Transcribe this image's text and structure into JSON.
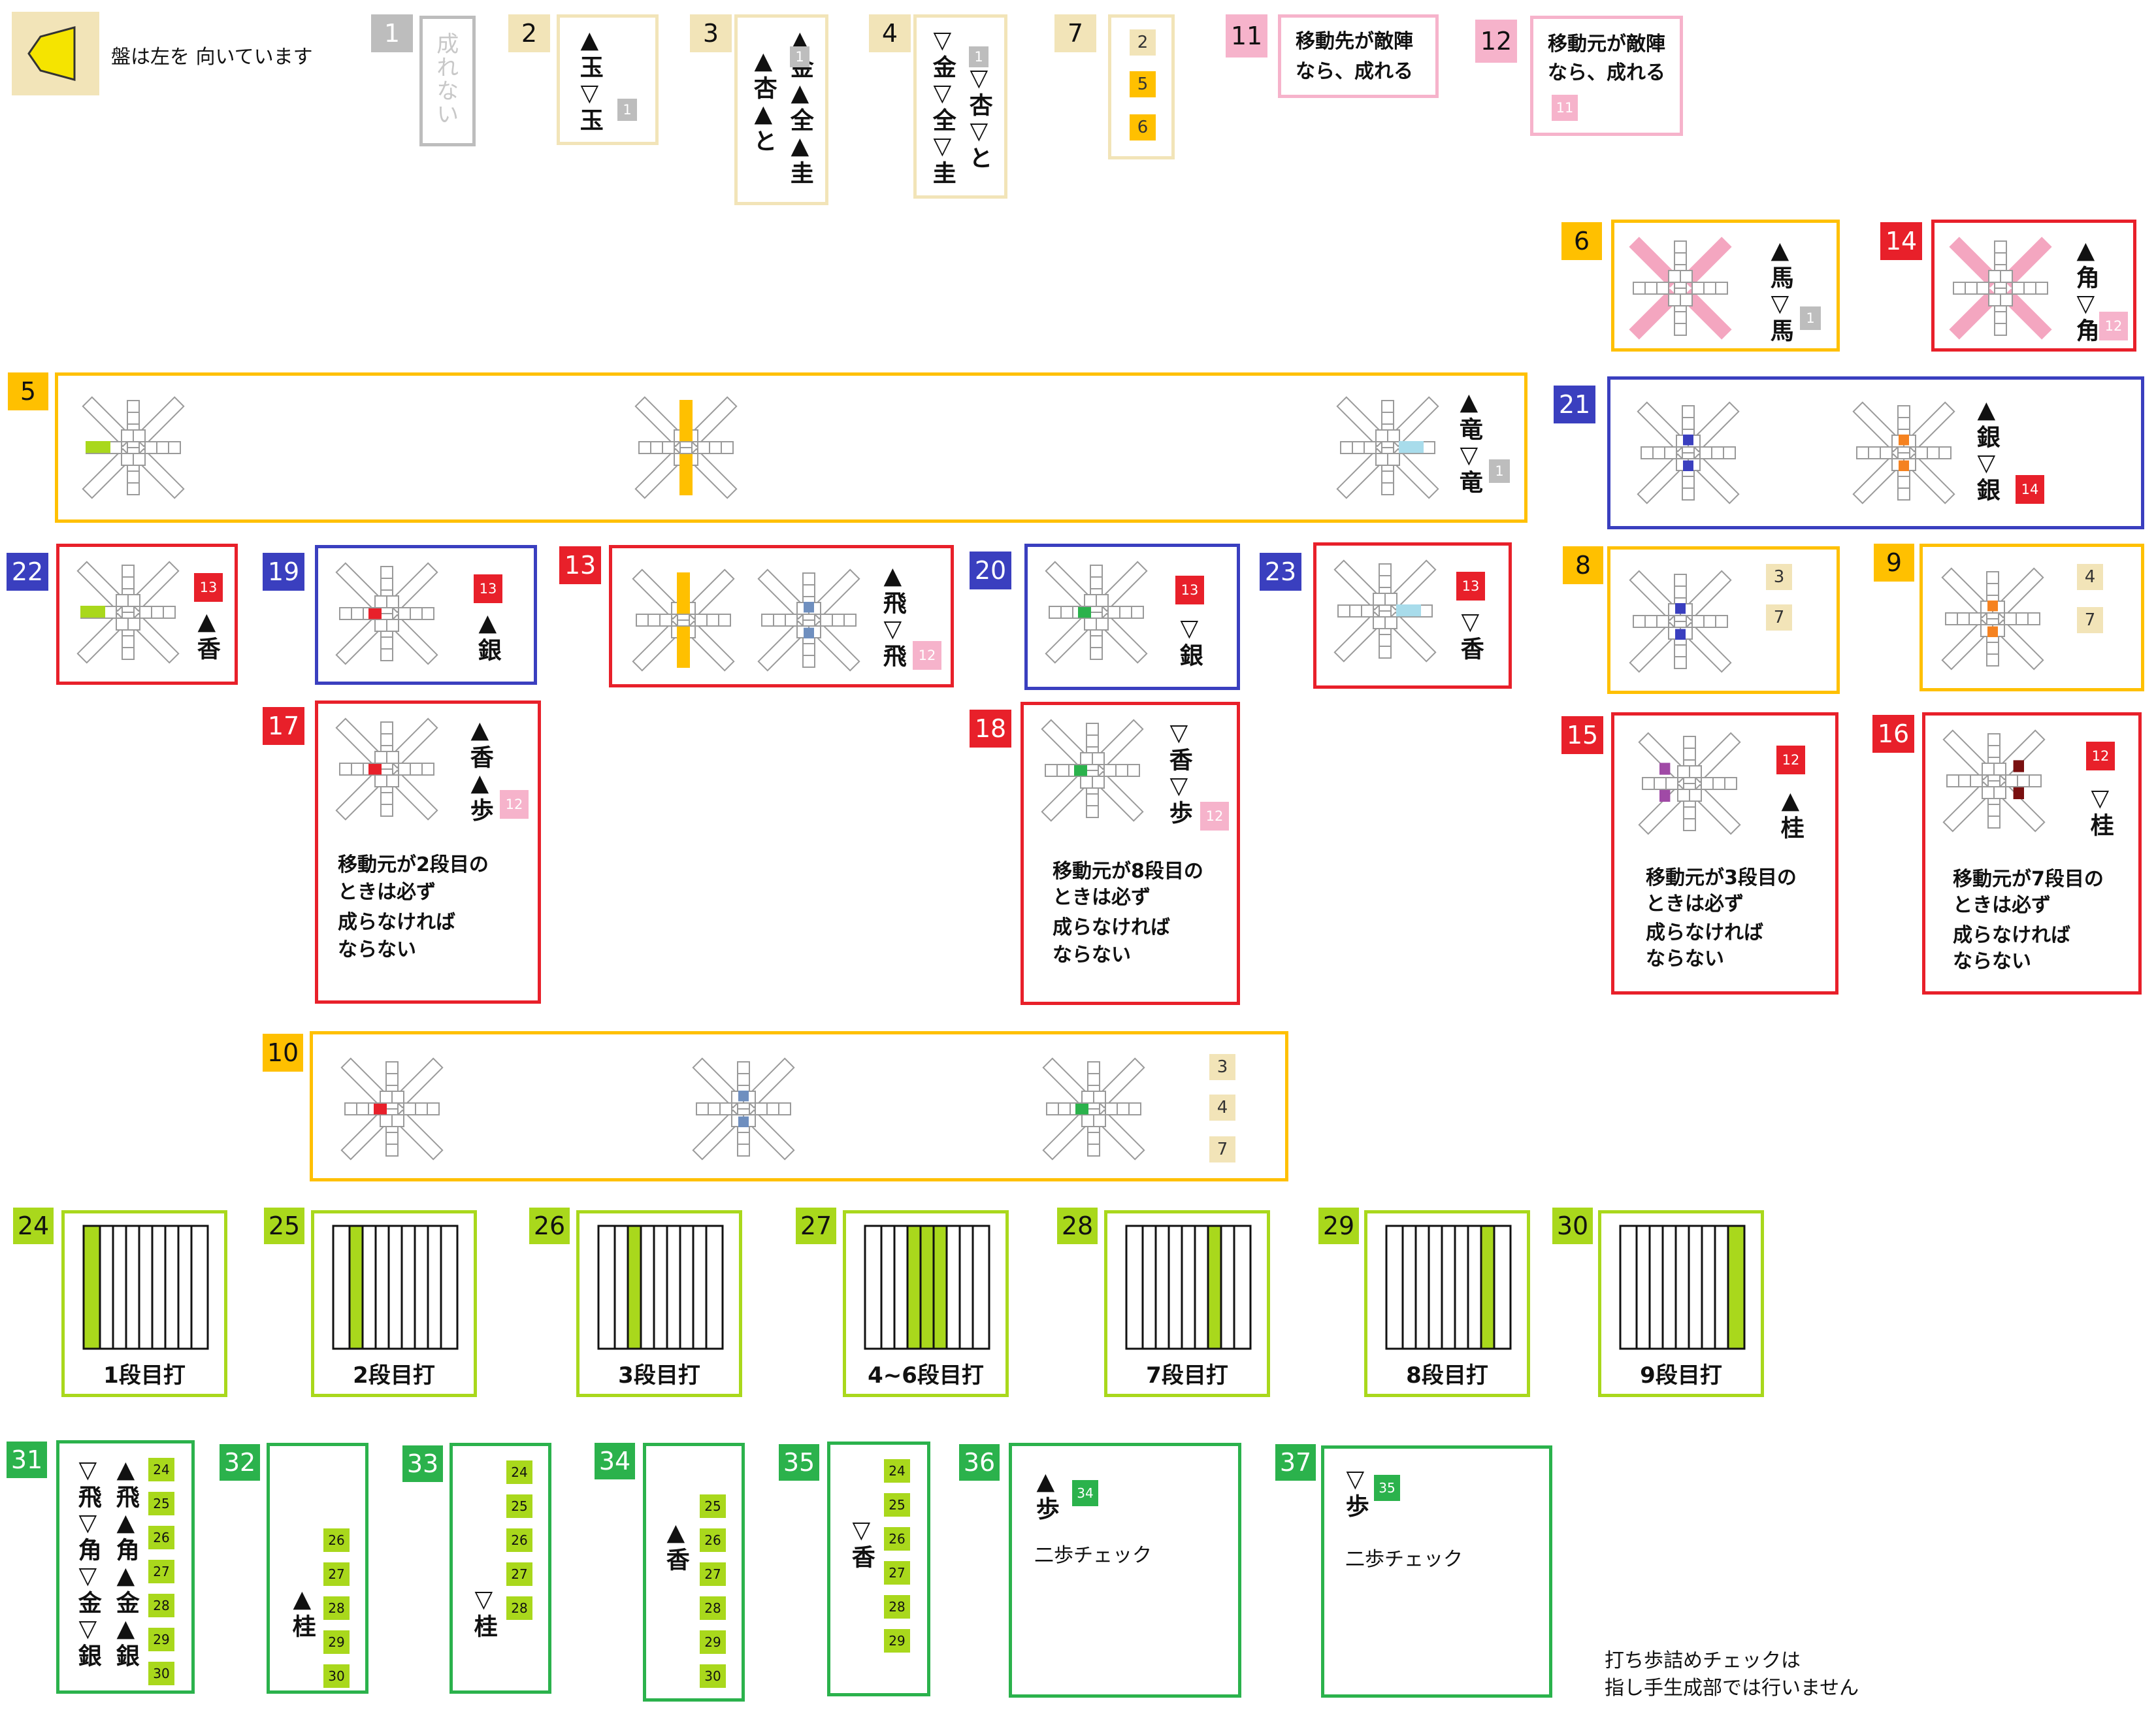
{
  "legend": {
    "text": "盤は左を 向いています"
  },
  "colors": {
    "gray": "#bdbdbd",
    "tan": "#f2e4b8",
    "gold": "#ffc000",
    "pink": "#f6b3cb",
    "red": "#e8202a",
    "blue": "#3a3fbf",
    "lime": "#a9d81c",
    "green": "#2bb24c",
    "steel": "#6f8fbf",
    "cyan": "#a8dceb",
    "orange": "#f58220",
    "purple": "#a04aa6",
    "maroon": "#7a1010",
    "pinkpiece": "#f4a6c0"
  },
  "n": {
    "1": "1",
    "2": "2",
    "3": "3",
    "4": "4",
    "5": "5",
    "6": "6",
    "7": "7",
    "8": "8",
    "9": "9",
    "10": "10",
    "11": "11",
    "12": "12",
    "13": "13",
    "14": "14",
    "15": "15",
    "16": "16",
    "17": "17",
    "18": "18",
    "19": "19",
    "20": "20",
    "21": "21",
    "22": "22",
    "23": "23",
    "24": "24",
    "25": "25",
    "26": "26",
    "27": "27",
    "28": "28",
    "29": "29",
    "30": "30",
    "31": "31",
    "32": "32",
    "33": "33",
    "34": "34",
    "35": "35",
    "36": "36",
    "37": "37"
  },
  "box1": {
    "text": "成れない"
  },
  "box2": {
    "line1": "▲玉▽玉",
    "ref": "1"
  },
  "box3": {
    "line1": "▲金▲全▲圭",
    "line2": "▲杏▲と",
    "ref": "1"
  },
  "box4": {
    "line1": "▽金▽全▽圭",
    "line2": "▽杏▽と",
    "ref": "1"
  },
  "box7": {
    "refs": [
      "2",
      "5",
      "6"
    ]
  },
  "box11": {
    "line1": "移動先が敵陣",
    "line2": "なら、成れる"
  },
  "box12": {
    "line1": "移動元が敵陣",
    "line2": "なら、成れる",
    "ref": "11"
  },
  "box6": {
    "text": "▲馬▽馬",
    "ref": "1"
  },
  "box14": {
    "text": "▲角▽角",
    "ref": "12"
  },
  "box5": {
    "text": "▲竜▽竜",
    "ref": "1"
  },
  "box21": {
    "text": "▲銀▽銀",
    "ref": "14"
  },
  "box22": {
    "text": "▲香",
    "ref": "13"
  },
  "box19": {
    "text": "▲銀",
    "ref": "13"
  },
  "box13": {
    "text": "▲飛▽飛",
    "ref": "12"
  },
  "box20": {
    "text": "▽銀",
    "ref": "13"
  },
  "box23": {
    "text": "▽香",
    "ref": "13"
  },
  "box8": {
    "refs": [
      "3",
      "7"
    ]
  },
  "box9": {
    "refs": [
      "4",
      "7"
    ]
  },
  "box17": {
    "text": "▲香▲歩",
    "ref": "12",
    "note": [
      "移動元が2段目の",
      "ときは必ず",
      "成らなければ",
      "ならない"
    ]
  },
  "box18": {
    "text": "▽香▽歩",
    "ref": "12",
    "note": [
      "移動元が8段目の",
      "ときは必ず",
      "成らなければ",
      "ならない"
    ]
  },
  "box15": {
    "text": "▲桂",
    "ref": "12",
    "note": [
      "移動元が3段目の",
      "ときは必ず",
      "成らなければ",
      "ならない"
    ]
  },
  "box16": {
    "text": "▽桂",
    "ref": "12",
    "note": [
      "移動元が7段目の",
      "ときは必ず",
      "成らなければ",
      "ならない"
    ]
  },
  "box10": {
    "refs": [
      "3",
      "4",
      "7"
    ]
  },
  "drops": [
    {
      "n": "24",
      "label": "1段目打"
    },
    {
      "n": "25",
      "label": "2段目打"
    },
    {
      "n": "26",
      "label": "3段目打"
    },
    {
      "n": "27",
      "label": "4~6段目打"
    },
    {
      "n": "28",
      "label": "7段目打"
    },
    {
      "n": "29",
      "label": "8段目打"
    },
    {
      "n": "30",
      "label": "9段目打"
    }
  ],
  "box31": {
    "line1": "▲飛▲角▲金▲銀",
    "line2": "▽飛▽角▽金▽銀",
    "refs": [
      "24",
      "25",
      "26",
      "27",
      "28",
      "29",
      "30"
    ]
  },
  "box32": {
    "text": "▲桂",
    "refs": [
      "26",
      "27",
      "28",
      "29",
      "30"
    ]
  },
  "box33": {
    "text": "▽桂",
    "refs": [
      "24",
      "25",
      "26",
      "27",
      "28"
    ]
  },
  "box34": {
    "text": "▲香",
    "refs": [
      "25",
      "26",
      "27",
      "28",
      "29",
      "30"
    ]
  },
  "box35": {
    "text": "▽香",
    "refs": [
      "24",
      "25",
      "26",
      "27",
      "28",
      "29"
    ]
  },
  "box36": {
    "text": "▲歩",
    "ref": "34",
    "check": "二歩チェック"
  },
  "box37": {
    "text": "▽歩",
    "ref": "35",
    "check": "二歩チェック"
  },
  "footnote": {
    "line1": "打ち歩詰めチェックは",
    "line2": "指し手生成部では行いません"
  }
}
